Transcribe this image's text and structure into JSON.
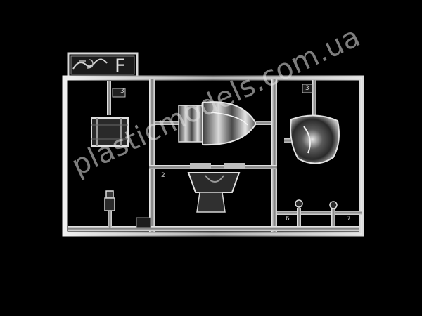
{
  "sprue": {
    "letter": "F",
    "logo": "ICM",
    "part_numbers": [
      "3",
      "3",
      "2",
      "6",
      "7"
    ]
  },
  "watermark": {
    "text": "plasticmodels.com.ua"
  },
  "colors": {
    "background": "#000000",
    "plastic": "#cfcfcf"
  }
}
